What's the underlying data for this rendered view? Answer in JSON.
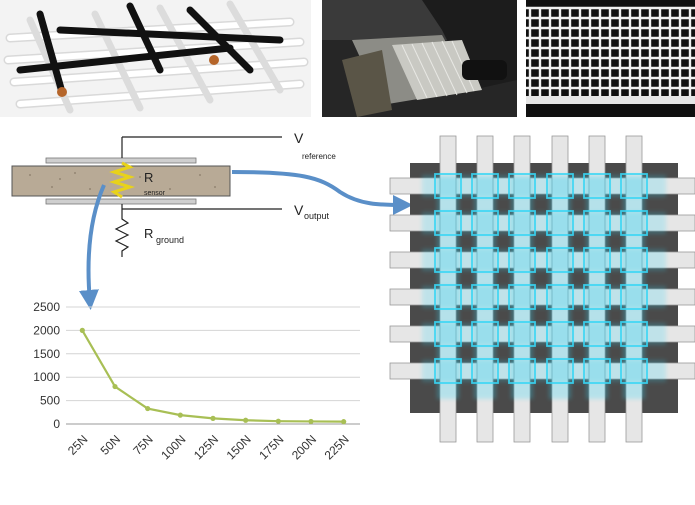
{
  "circuit": {
    "v_ref": "V",
    "v_ref_sub": "reference",
    "v_out": "V",
    "v_out_sub": "output",
    "r_sensor": "R",
    "r_sensor_sub": "sensor",
    "r_ground": "R",
    "r_ground_sub": "ground"
  },
  "colors": {
    "arrow": "#5a8fc8",
    "line": "#a8bf55",
    "grid_glow": "#37d6f5",
    "grid_bg": "#4a4a4a",
    "strip": "#e6e6e6",
    "foam": "#b8aa96"
  },
  "chart_data": {
    "type": "line",
    "categories": [
      "25N",
      "50N",
      "75N",
      "100N",
      "125N",
      "150N",
      "175N",
      "200N",
      "225N"
    ],
    "series": [
      {
        "values": [
          2000,
          800,
          330,
          190,
          120,
          80,
          60,
          55,
          50
        ]
      }
    ],
    "ylim": [
      0,
      2500
    ],
    "yticks": [
      0,
      500,
      1000,
      1500,
      2000,
      2500
    ],
    "grid": true,
    "xlabel": "",
    "ylabel": ""
  }
}
